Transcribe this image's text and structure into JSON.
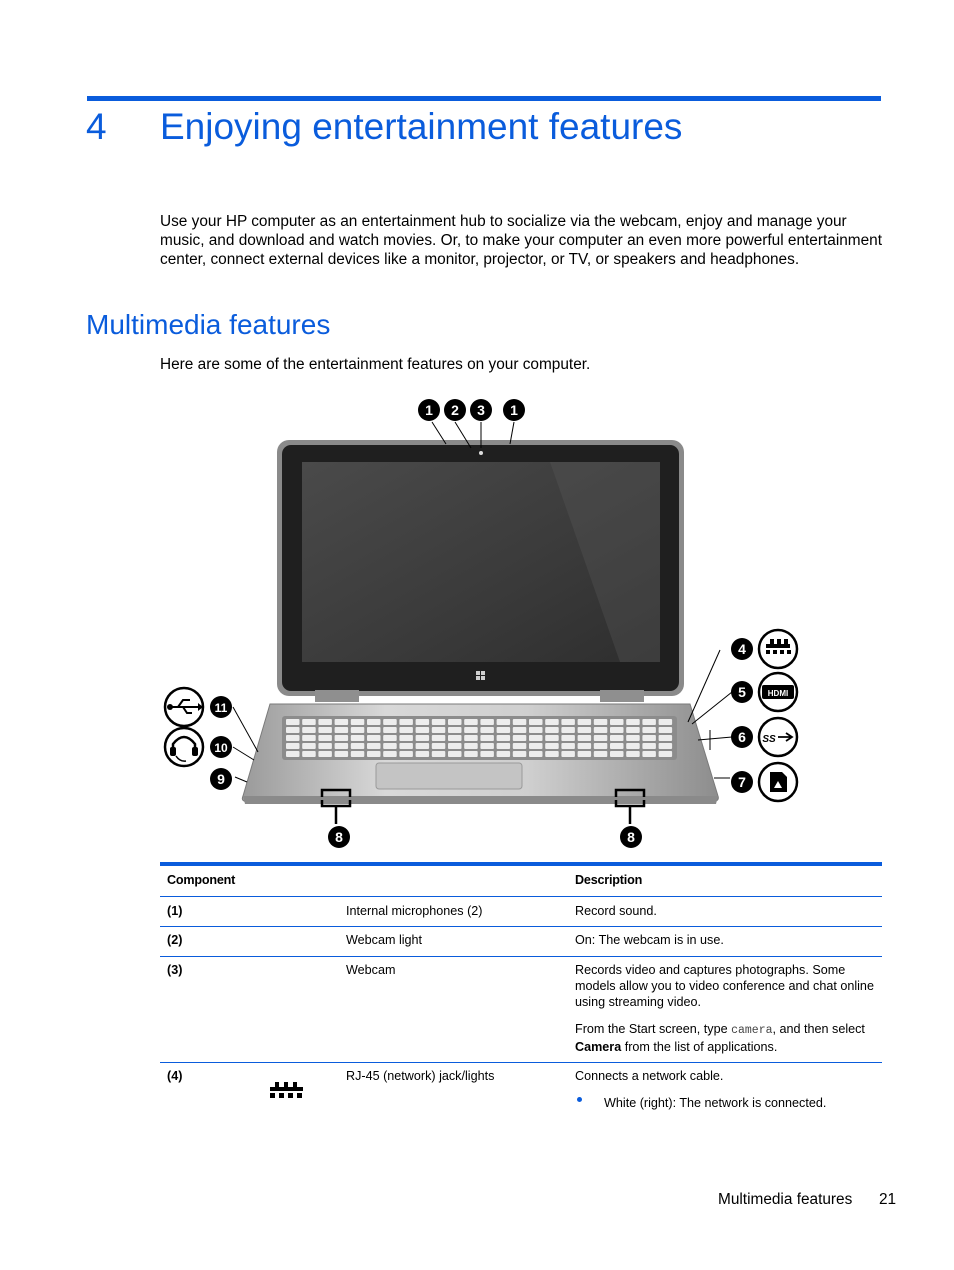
{
  "chapter": {
    "number": "4",
    "title": "Enjoying entertainment features"
  },
  "intro": "Use your HP computer as an entertainment hub to socialize via the webcam, enjoy and manage your music, and download and watch movies. Or, to make your computer an even more powerful entertainment center, connect external devices like a monitor, projector, or TV, or speakers and headphones.",
  "section": {
    "title": "Multimedia features",
    "intro": "Here are some of the entertainment features on your computer."
  },
  "figure": {
    "callouts": [
      "1",
      "2",
      "3",
      "1",
      "4",
      "5",
      "6",
      "7",
      "8",
      "8",
      "9",
      "10",
      "11"
    ],
    "port_icons": [
      "rj45-network-icon",
      "hdmi-icon",
      "usb3-ss-icon",
      "memory-card-icon",
      "usb-icon",
      "headset-icon"
    ],
    "hdmi_label": "HDMI",
    "ss_label": "SS"
  },
  "table": {
    "headers": {
      "component": "Component",
      "description": "Description"
    },
    "rows": [
      {
        "id": "(1)",
        "name": "Internal microphones (2)",
        "desc": "Record sound."
      },
      {
        "id": "(2)",
        "name": "Webcam light",
        "desc": "On: The webcam is in use."
      },
      {
        "id": "(3)",
        "name": "Webcam",
        "desc": "Records video and captures photographs. Some models allow you to video conference and chat online using streaming video.",
        "desc2_pre": "From the Start screen, type ",
        "desc2_code": "camera",
        "desc2_mid": ", and then select ",
        "desc2_bold": "Camera",
        "desc2_post": " from the list of applications."
      },
      {
        "id": "(4)",
        "name": "RJ-45 (network) jack/lights",
        "icon": "rj45-network-icon",
        "desc": "Connects a network cable.",
        "bullet": "White (right): The network is connected."
      }
    ]
  },
  "footer": {
    "section": "Multimedia features",
    "page": "21"
  },
  "colors": {
    "accent": "#0a5cdc"
  }
}
